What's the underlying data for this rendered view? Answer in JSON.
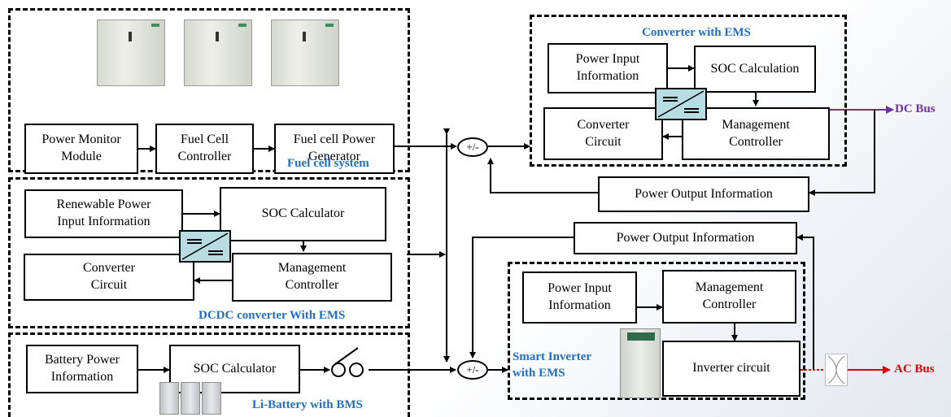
{
  "groups": {
    "fuel_cell": "Fuel cell system",
    "dcdc": "DCDC converter With EMS",
    "battery": "Li-Battery with BMS",
    "converter": "Converter with EMS",
    "inverter": "Smart Inverter\nwith EMS"
  },
  "boxes": {
    "power_monitor": "Power Monitor\nModule",
    "fc_controller": "Fuel Cell\nController",
    "fc_generator": "Fuel cell Power\nGenerator",
    "renewable_input": "Renewable Power\nInput  Information",
    "dcdc_soc": "SOC Calculator",
    "dcdc_converter": "Converter\nCircuit",
    "dcdc_management": "Management\nController",
    "battery_info": "Battery Power\nInformation",
    "battery_soc": "SOC Calculator",
    "conv_power_input": "Power Input\nInformation",
    "conv_soc": "SOC Calculation",
    "conv_circuit": "Converter\nCircuit",
    "conv_management": "Management\nController",
    "power_output_top": "Power Output Information",
    "power_output_mid": "Power Output Information",
    "inv_power_input": "Power Input\nInformation",
    "inv_management": "Management\nController",
    "inv_circuit": "Inverter circuit"
  },
  "junctions": {
    "top": "+/-",
    "bottom": "+/-"
  },
  "buses": {
    "dc": "DC Bus",
    "ac": "AC Bus"
  },
  "colors": {
    "group_title": "#1f6fc0",
    "dc_bus": "#7030a0",
    "ac_bus": "#e00000",
    "converter_icon": "#b7dde3"
  }
}
